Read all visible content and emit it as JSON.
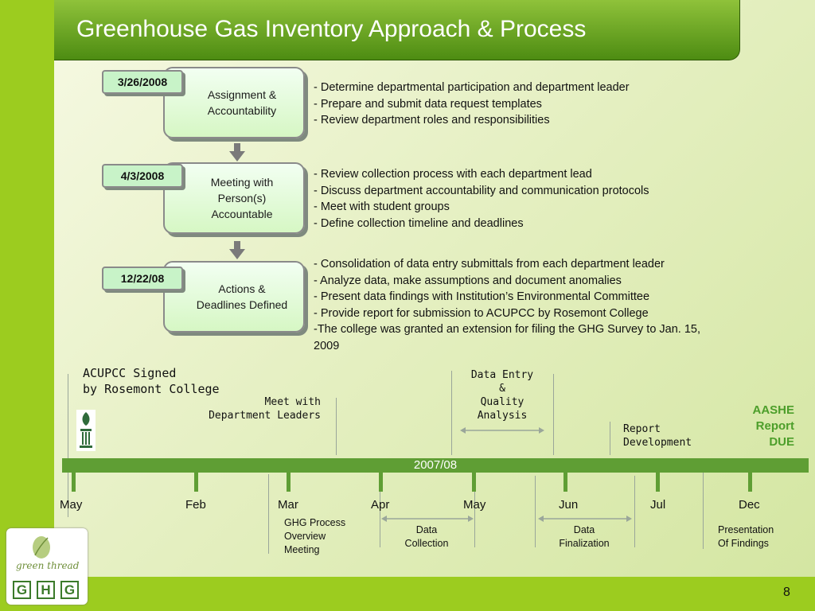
{
  "slide": {
    "title": "Greenhouse Gas Inventory Approach & Process",
    "page_number": "8"
  },
  "steps": [
    {
      "date": "3/26/2008",
      "label_lines": [
        "Assignment &",
        "Accountability"
      ],
      "details": [
        "- Determine departmental participation and department leader",
        "- Prepare and submit data request templates",
        "- Review department roles and responsibilities"
      ]
    },
    {
      "date": "4/3/2008",
      "label_lines": [
        "Meeting with",
        "Person(s)",
        "Accountable"
      ],
      "details": [
        "- Review collection process with each department lead",
        "- Discuss department accountability and communication protocols",
        "- Meet with student groups",
        "- Define collection timeline and deadlines"
      ]
    },
    {
      "date": "12/22/08",
      "label_lines": [
        "Actions &",
        "Deadlines Defined"
      ],
      "details": [
        "- Consolidation of data entry submittals from each department leader",
        "- Analyze data, make assumptions and document anomalies",
        "- Present data findings with Institution’s Environmental Committee",
        "- Provide report for submission to ACUPCC by Rosemont College",
        "-The college was granted an extension for filing the GHG Survey to Jan. 15, 2009"
      ]
    }
  ],
  "timeline": {
    "period_label": "2007/08",
    "months": [
      "May",
      "Feb",
      "Mar",
      "Apr",
      "May",
      "Jun",
      "Jul",
      "Dec"
    ],
    "above": {
      "acupcc": [
        "ACUPCC Signed",
        "by Rosemont College"
      ],
      "meet_leaders": [
        "Meet with",
        "Department Leaders"
      ],
      "data_entry": [
        "Data Entry",
        "&",
        "Quality",
        "Analysis"
      ],
      "report_dev": [
        "Report",
        "Development"
      ],
      "aashe": [
        "AASHE",
        "Report",
        "DUE"
      ]
    },
    "below": {
      "ghg_overview": [
        "GHG Process",
        "Overview",
        "Meeting"
      ],
      "data_collection": [
        "Data",
        "Collection"
      ],
      "data_finalization": [
        "Data",
        "Finalization"
      ],
      "presentation": [
        "Presentation",
        "Of Findings"
      ]
    }
  },
  "logo": {
    "script_text": "green thread",
    "letters": [
      "G",
      "H",
      "G"
    ]
  },
  "colors": {
    "accent_green": "#9ccc1f",
    "title_green": "#4d8c12",
    "timeline_green": "#5f9e34",
    "aashe_green": "#4c9e2a"
  }
}
